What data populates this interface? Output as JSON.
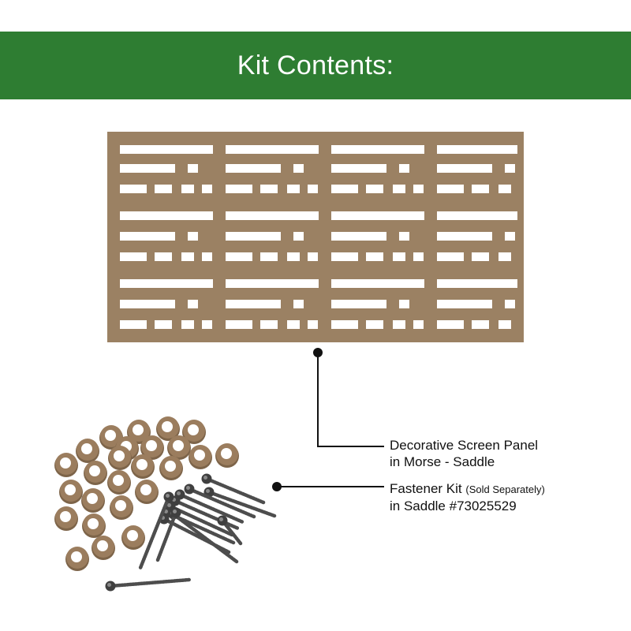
{
  "header": {
    "title": "Kit Contents:"
  },
  "colors": {
    "banner": "#2e7d32",
    "panel": "#9b8163",
    "cap": "#9b7d5e",
    "screw": "#4d4d4d",
    "leader": "#111111"
  },
  "items": [
    {
      "icon": "screen-panel-illustration",
      "line1": "Decorative Screen Panel",
      "line2": "in Morse - Saddle"
    },
    {
      "icon": "fastener-kit-illustration",
      "line1_main": "Fastener Kit",
      "line1_note": "(Sold Separately)",
      "line2": "in Saddle #73025529"
    }
  ]
}
